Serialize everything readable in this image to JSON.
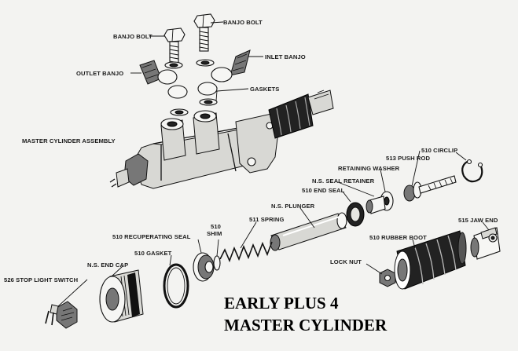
{
  "title": {
    "line1": "EARLY PLUS 4",
    "line2": "MASTER CYLINDER"
  },
  "labels": {
    "banjo_bolt_right": "BANJO BOLT",
    "banjo_bolt_left": "BANJO BOLT",
    "inlet_banjo": "INLET BANJO",
    "outlet_banjo": "OUTLET BANJO",
    "gaskets": "GASKETS",
    "master_cylinder_assembly": "MASTER CYLINDER ASSEMBLY",
    "circlip": "510 CIRCLIP",
    "push_rod": "513 PUSH ROD",
    "retaining_washer": "RETAINING WASHER",
    "ns_seal_retainer": "N.S. SEAL RETAINER",
    "end_seal": "510 END SEAL",
    "ns_plunger": "N.S. PLUNGER",
    "spring": "511 SPRING",
    "shim_num": "510",
    "shim": "SHIM",
    "recuperating_seal": "510 RECUPERATING SEAL",
    "gasket": "510 GASKET",
    "ns_end_cap": "N.S. END CAP",
    "stop_light_switch": "526 STOP LIGHT SWITCH",
    "jaw_end": "515 JAW END",
    "rubber_boot": "510 RUBBER BOOT",
    "lock_nut": "LOCK NUT"
  }
}
